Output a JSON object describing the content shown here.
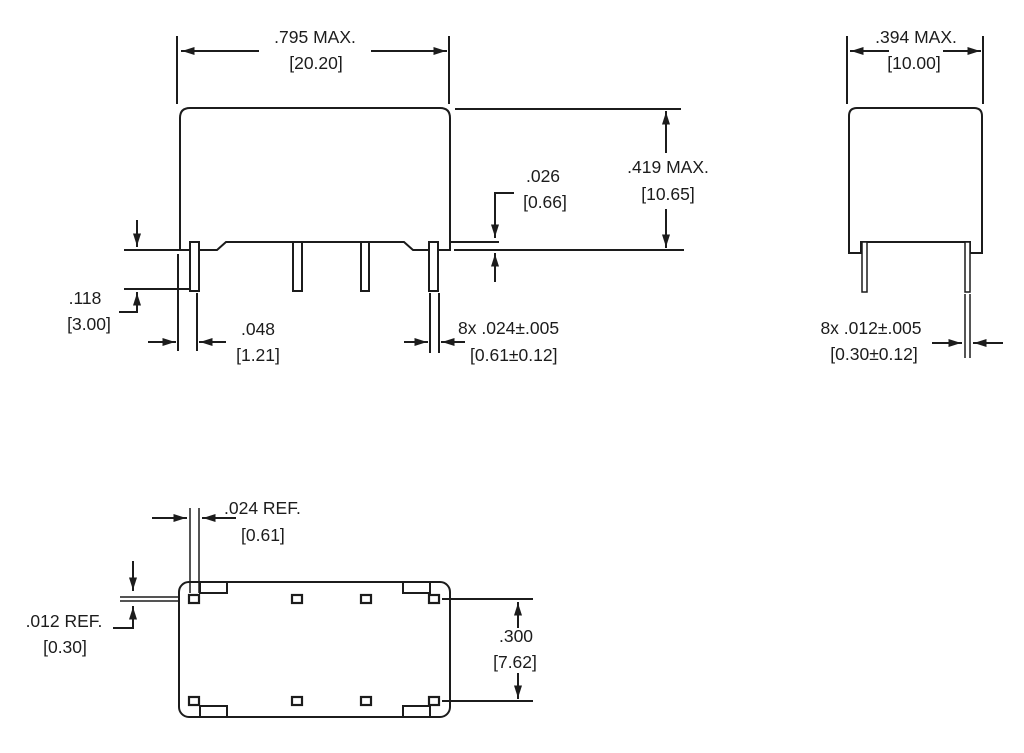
{
  "drawing": {
    "type": "technical-dimension-drawing",
    "colors": {
      "line": "#1c1c1c",
      "background": "#ffffff"
    },
    "front": {
      "width": {
        "in": ".795 MAX.",
        "mm": "[20.20]"
      },
      "height": {
        "in": ".419 MAX.",
        "mm": "[10.65]"
      },
      "standoff": {
        "in": ".026",
        "mm": "[0.66]"
      },
      "pin_length": {
        "in": ".118",
        "mm": "[3.00]"
      },
      "pin_offset": {
        "in": ".048",
        "mm": "[1.21]"
      },
      "pin_width": {
        "in": "8x .024±.005",
        "mm": "[0.61±0.12]"
      }
    },
    "side": {
      "width": {
        "in": ".394 MAX.",
        "mm": "[10.00]"
      },
      "pin_thickness": {
        "in": "8x .012±.005",
        "mm": "[0.30±0.12]"
      }
    },
    "bottom": {
      "pin_width": {
        "in": ".024 REF.",
        "mm": "[0.61]"
      },
      "pin_thickness": {
        "in": ".012 REF.",
        "mm": "[0.30]"
      },
      "row_spacing": {
        "in": ".300",
        "mm": "[7.62]"
      }
    }
  }
}
